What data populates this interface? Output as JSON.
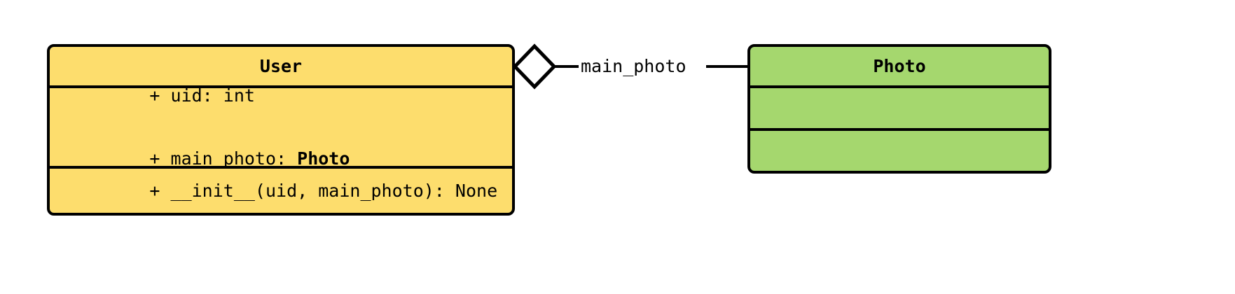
{
  "diagram": {
    "type": "uml-class-diagram",
    "background_color": "#ffffff",
    "stroke_color": "#000000"
  },
  "classes": [
    {
      "key": "user",
      "name": "User",
      "fill_color": "#FDDD6D",
      "attributes": [
        {
          "visibility": "+",
          "text": "+ uid: int",
          "prefix": "+ uid: int",
          "typeref": ""
        },
        {
          "visibility": "+",
          "text": "+ main_photo: Photo",
          "prefix": "+ main_photo: ",
          "typeref": "Photo"
        }
      ],
      "operations": [
        {
          "visibility": "+",
          "text": "+ __init__(uid, main_photo): None"
        }
      ]
    },
    {
      "key": "photo",
      "name": "Photo",
      "fill_color": "#A5D76E",
      "attributes": [],
      "operations": []
    }
  ],
  "relationship": {
    "kind": "aggregation",
    "label": "main_photo",
    "source": "User",
    "target": "Photo",
    "diamond_fill": "#ffffff",
    "diamond_stroke": "#000000"
  }
}
